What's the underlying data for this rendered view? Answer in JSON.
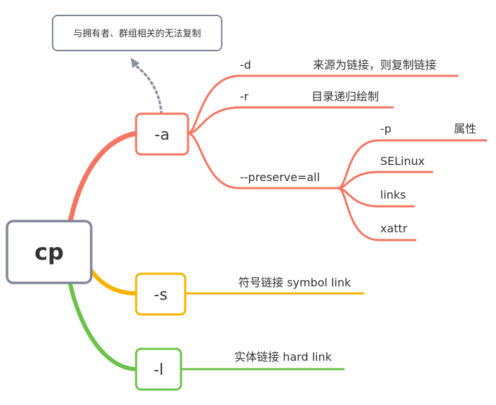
{
  "root": {
    "label": "cp"
  },
  "callout": {
    "text": "与拥有者、群组相关的无法复制"
  },
  "branches": {
    "a": {
      "label": "-a",
      "color": "#f47560",
      "children": {
        "d": {
          "flag": "-d",
          "desc": "来源为链接，则复制链接"
        },
        "r": {
          "flag": "-r",
          "desc": "目录递归绘制"
        },
        "preserve": {
          "flag": "--preserve=all",
          "children": {
            "p": {
              "label": "-p",
              "desc": "属性"
            },
            "selinux": {
              "label": "SELinux"
            },
            "links": {
              "label": "links"
            },
            "xattr": {
              "label": "xattr"
            }
          }
        }
      }
    },
    "s": {
      "label": "-s",
      "color": "#f5b400",
      "desc": "符号链接 symbol link"
    },
    "l": {
      "label": "-l",
      "color": "#6cc24a",
      "desc": "实体链接 hard link"
    }
  },
  "colors": {
    "root_border": "#7f8797",
    "callout_border": "#7f8797",
    "dotted_arrow": "#8a90a0",
    "text": "#333333"
  }
}
